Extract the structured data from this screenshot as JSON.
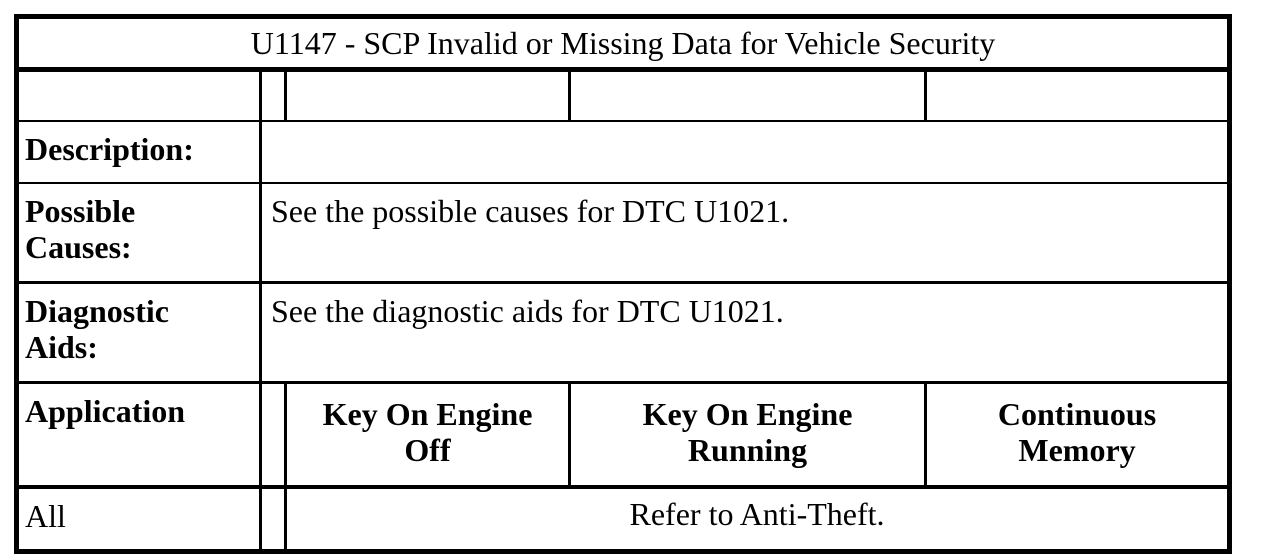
{
  "table": {
    "title": "U1147 - SCP Invalid or Missing Data for Vehicle Security",
    "rows": {
      "description": {
        "label": "Description:",
        "content": ""
      },
      "possible_causes": {
        "label": "Possible\nCauses:",
        "content": "See the possible causes for DTC U1021."
      },
      "diagnostic_aids": {
        "label": "Diagnostic\nAids:",
        "content": "See the diagnostic aids for DTC U1021."
      }
    },
    "application_header": {
      "application": "Application",
      "key_on_engine_off": "Key On Engine\nOff",
      "key_on_engine_running": "Key On Engine\nRunning",
      "continuous_memory": "Continuous\nMemory"
    },
    "application_rows": [
      {
        "application": "All",
        "status": "Refer to Anti-Theft."
      }
    ],
    "colors": {
      "text": "#000000",
      "border": "#000000",
      "background": "#ffffff"
    }
  }
}
